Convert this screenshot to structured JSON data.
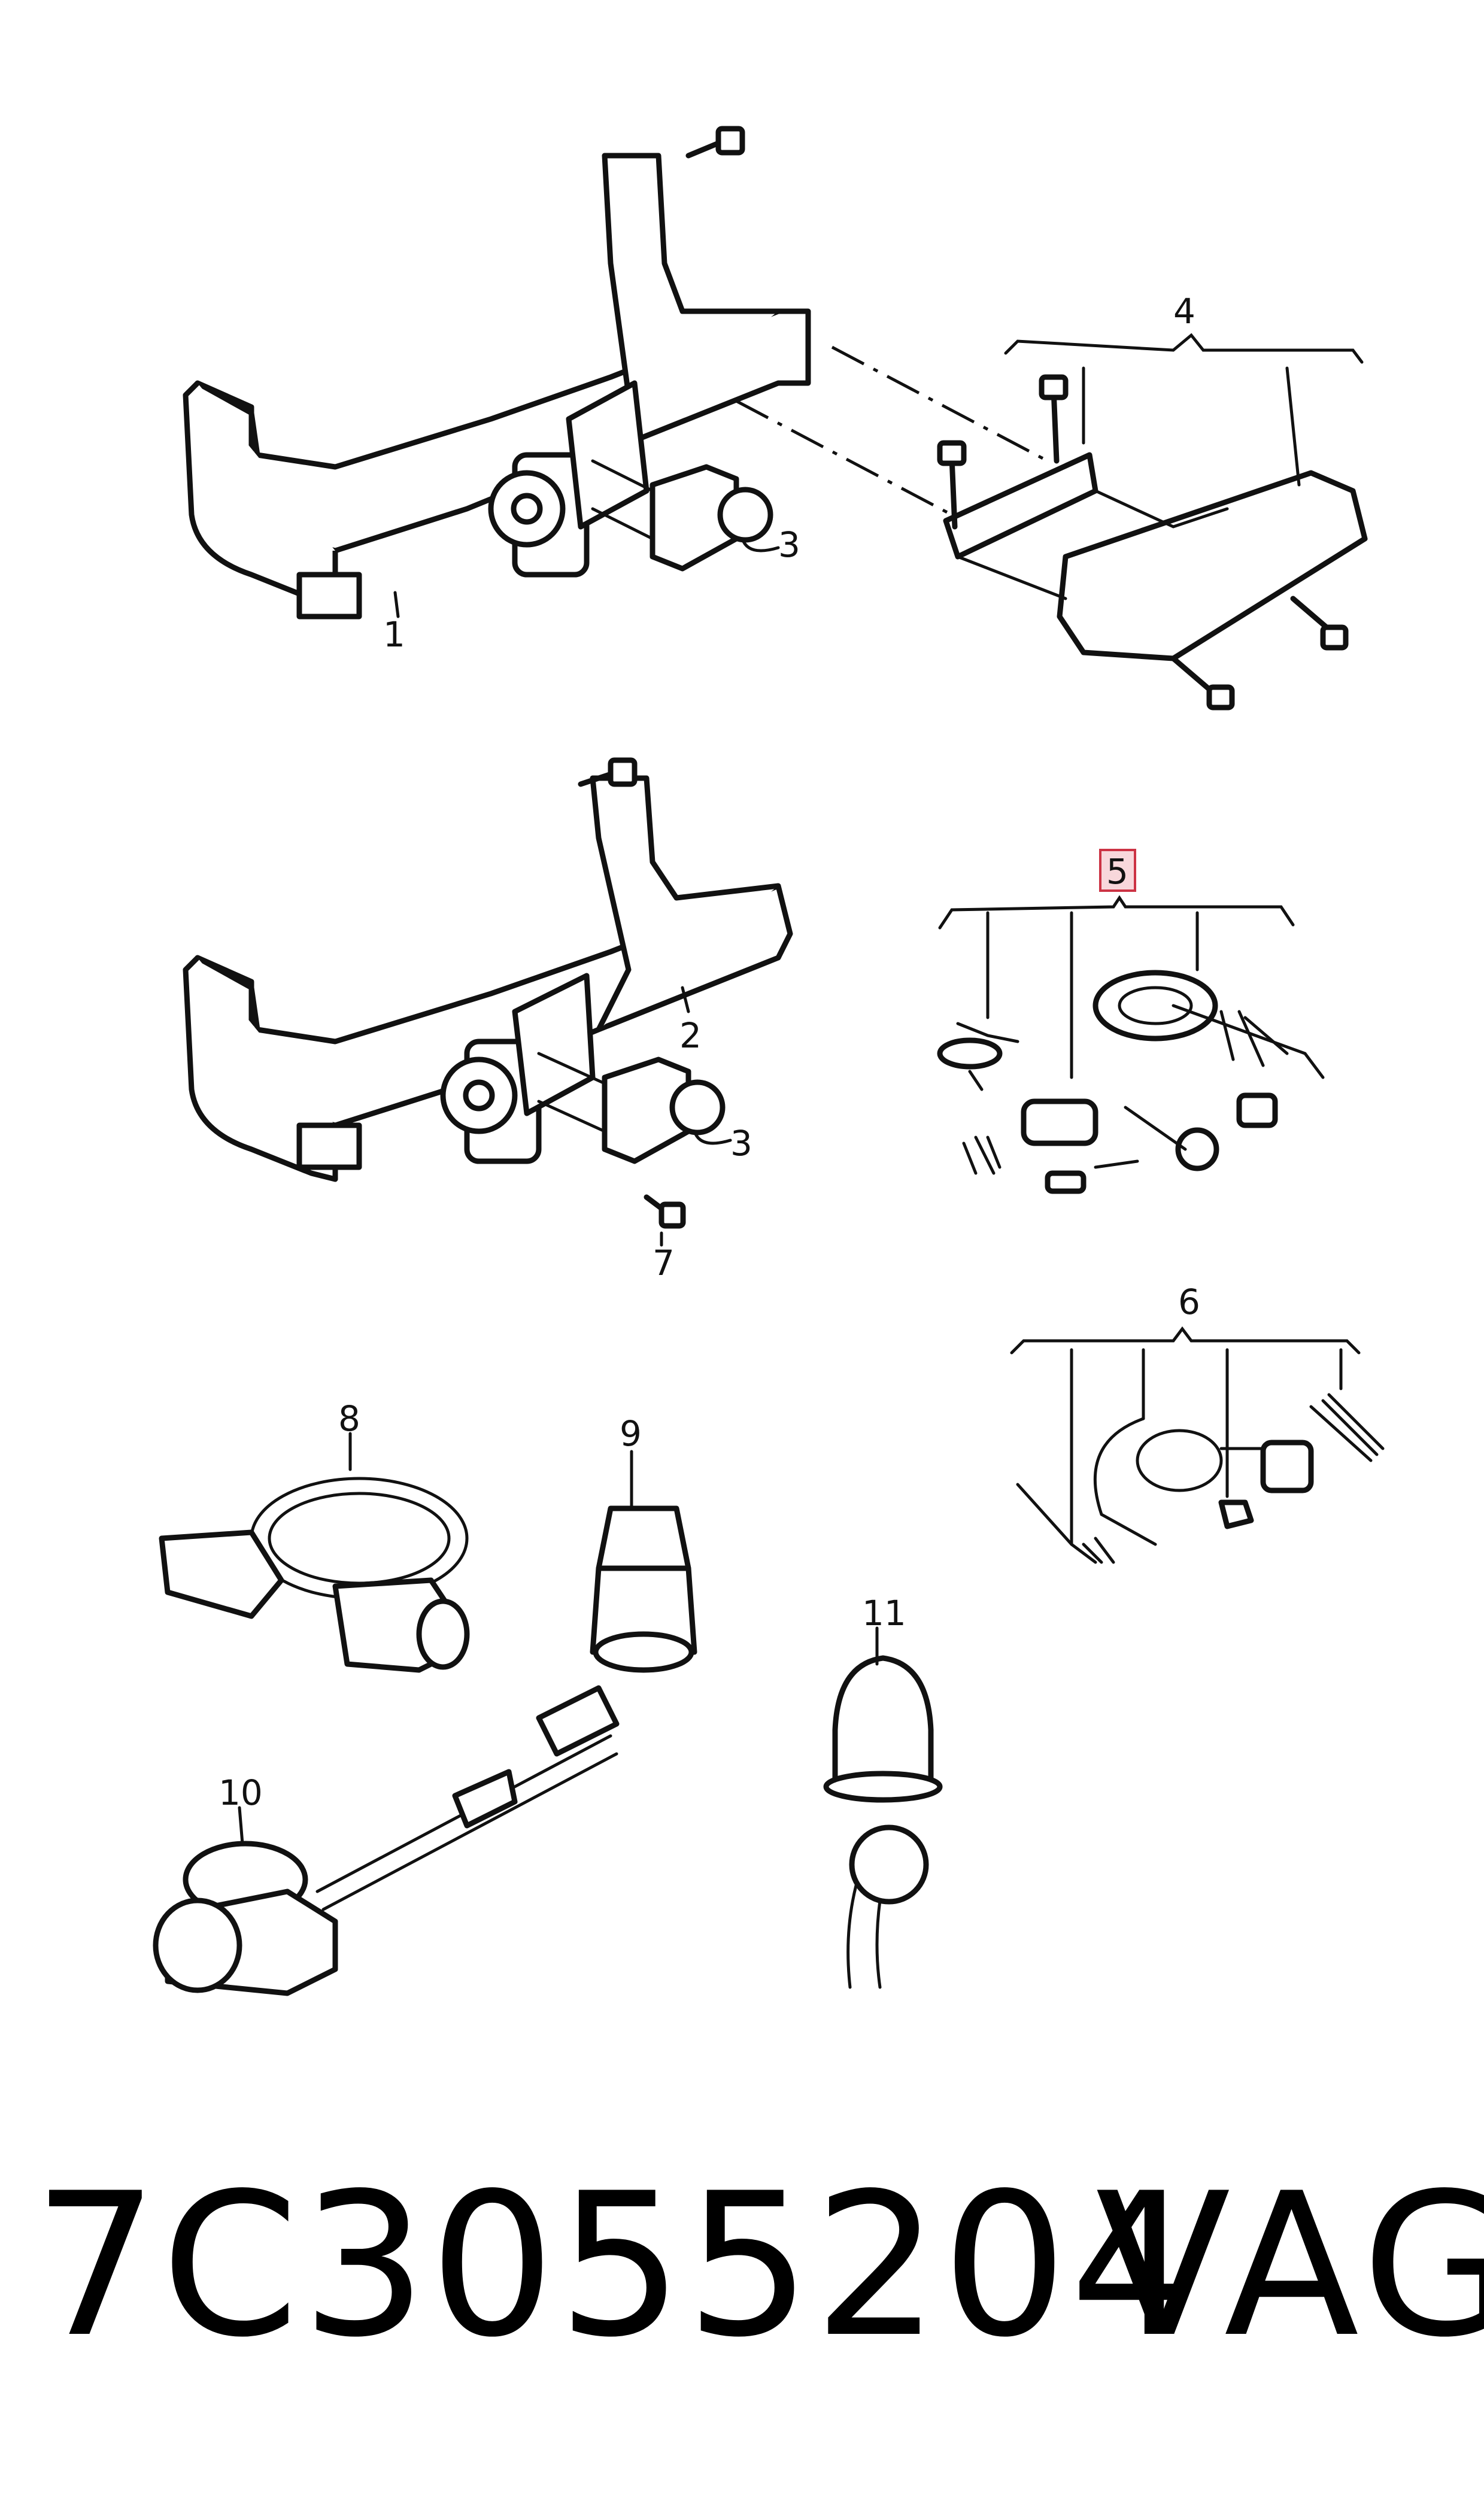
{
  "callouts": {
    "c1": "1",
    "c2": "2",
    "c3a": "3",
    "c3b": "3",
    "c4": "4",
    "c5": "5",
    "c6": "6",
    "c7": "7",
    "c8": "8",
    "c9": "9",
    "c10": "10",
    "c11": "11"
  },
  "footer": {
    "part_number": "7C3055204",
    "brand": "VAG"
  },
  "colors": {
    "highlight_box_stroke": "#cc3344",
    "highlight_box_fill": "#f8d7db",
    "line": "#111111"
  }
}
